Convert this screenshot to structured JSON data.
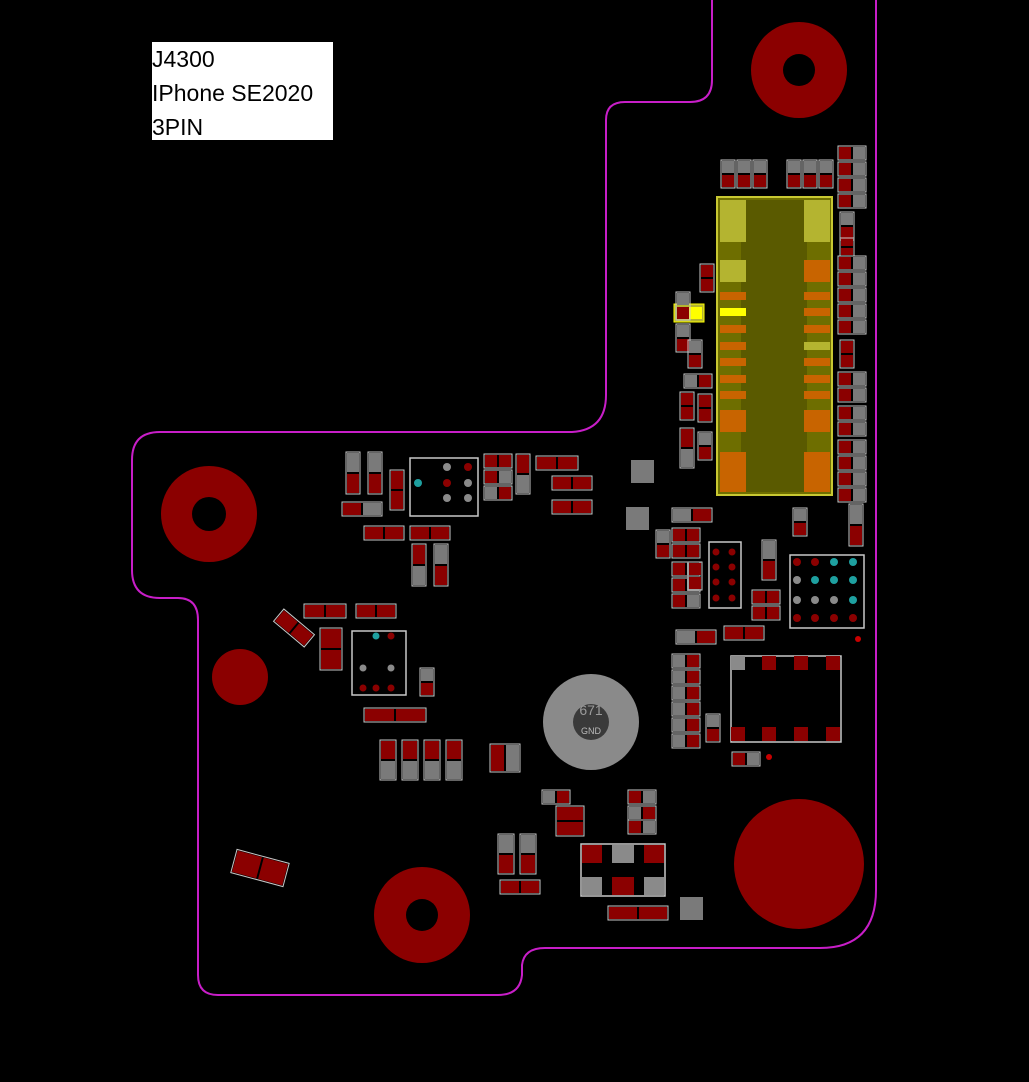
{
  "label": {
    "line1": "J4300",
    "line2": "IPhone SE2020",
    "line3": "3PIN"
  },
  "test_point": {
    "number": "671",
    "net": "GND"
  },
  "colors": {
    "background": "#000000",
    "outline": "#c81ec8",
    "pad_red": "#8b0000",
    "pad_grey": "#7a7a7a",
    "pad_outline": "#c8c8c8",
    "connector_body": "#6e6e00",
    "connector_highlight": "#b4b430",
    "connector_pin": "#c86400",
    "selected_pin": "#ffff00",
    "bga_cyan": "#1ea0a0"
  }
}
